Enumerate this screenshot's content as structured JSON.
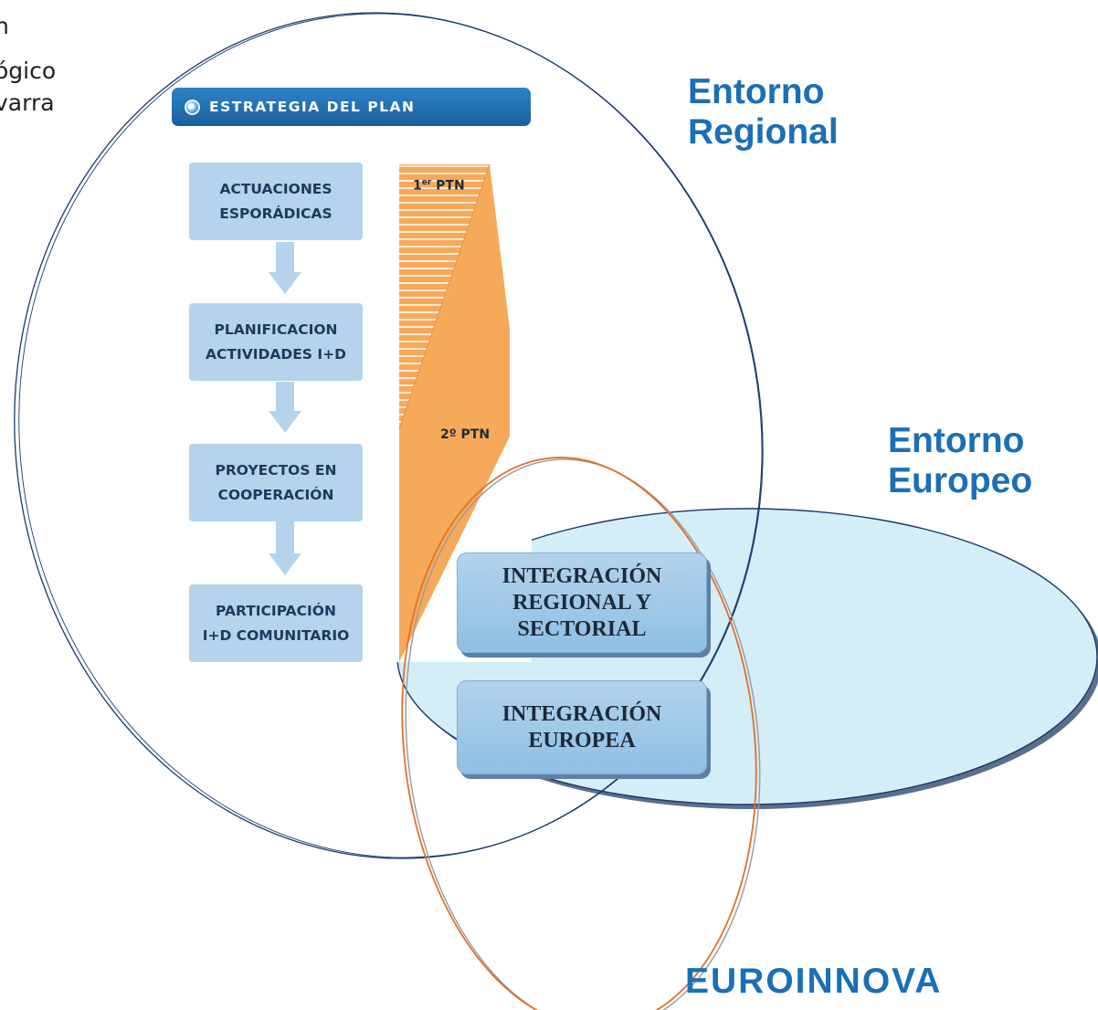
{
  "logo": {
    "lines": [
      "n",
      "ógico",
      "varra"
    ]
  },
  "labels": {
    "entorno_regional": [
      "Entorno",
      "Regional"
    ],
    "entorno_europeo": [
      "Entorno",
      "Europeo"
    ],
    "euroinnova": "EUROINNOVA"
  },
  "plan": {
    "header": "ESTRATEGIA DEL PLAN",
    "steps": [
      {
        "line1": "ACTUACIONES",
        "line2": "ESPORÁDICAS"
      },
      {
        "line1": "PLANIFICACION",
        "line2": "ACTIVIDADES I+D"
      },
      {
        "line1": "PROYECTOS EN",
        "line2": "COOPERACIÓN"
      },
      {
        "line1": "PARTICIPACIÓN",
        "line2": "I+D COMUNITARIO"
      }
    ],
    "ptn1": {
      "base": "1",
      "sup": "er",
      "rest": " PTN"
    },
    "ptn2": "2º PTN"
  },
  "integration": {
    "regional": [
      "INTEGRACIÓN",
      "REGIONAL Y",
      "SECTORIAL"
    ],
    "europea": [
      "INTEGRACIÓN",
      "EUROPEA"
    ]
  },
  "colors": {
    "blue_label": "#1b6fb5",
    "step_fill": "#b6d3ed",
    "europe_fill": "#d4eef8",
    "ptn_orange": "#f7a95a",
    "euroinnova_ring": "#e0702a",
    "outline": "#1a3a6a"
  }
}
